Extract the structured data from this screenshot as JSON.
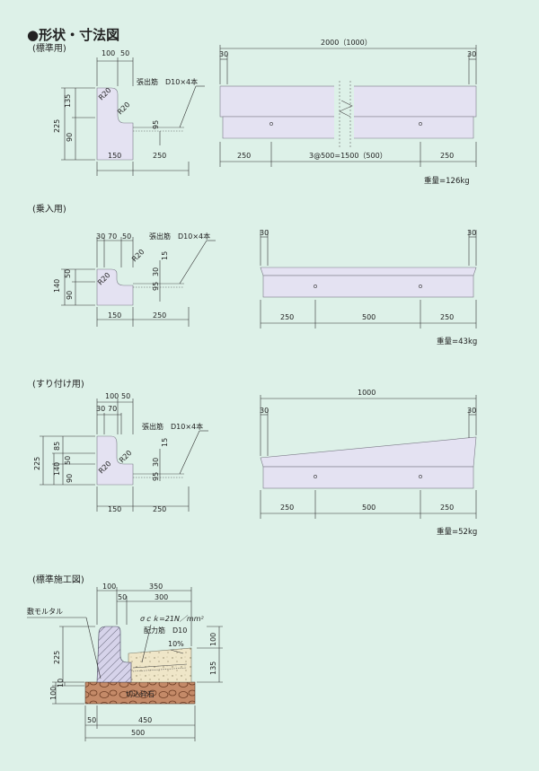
{
  "page_title": "●形状・寸法図",
  "colors": {
    "background": "#ddf1e8",
    "block": "#e4e2f2",
    "outline": "#7a7a86",
    "sand": "#efe6c8",
    "crushed_stone": "#c48a68"
  },
  "sections": {
    "standard": {
      "label": "(標準用)",
      "weight": "重量=126kg",
      "side": {
        "top_a": "100",
        "top_b": "50",
        "h_upper": "135",
        "h_total": "225",
        "h_lower": "90",
        "r1": "R20",
        "r2": "R20",
        "h_small": "95",
        "bottom_a": "150",
        "bottom_b": "250",
        "rebar": "張出筋　D10×4本"
      },
      "front": {
        "length": "2000（1000）",
        "left_margin": "30",
        "right_margin": "30",
        "bottom_left": "250",
        "bottom_mid": "3@500=1500（500）",
        "bottom_right": "250"
      }
    },
    "norinyu": {
      "label": "(乗入用)",
      "weight": "重量=43kg",
      "side": {
        "top_a": "30",
        "top_b": "70",
        "top_c": "50",
        "h_upper": "50",
        "h_total": "140",
        "h_lower": "90",
        "r1": "R20",
        "r2": "R20",
        "h_a": "15",
        "h_b": "30",
        "h_c": "95",
        "bottom_a": "150",
        "bottom_b": "250",
        "rebar": "張出筋　D10×4本"
      },
      "front": {
        "left_margin": "30",
        "right_margin": "30",
        "bottom_left": "250",
        "bottom_mid": "500",
        "bottom_right": "250"
      }
    },
    "suritsuke": {
      "label": "(すり付け用)",
      "weight": "重量=52kg",
      "side": {
        "top_a": "100",
        "top_b": "50",
        "top_c": "30",
        "top_d": "70",
        "h_top": "85",
        "h_mid": "50",
        "h_total": "225",
        "h_140": "140",
        "h_lower": "90",
        "r1": "R20",
        "r2": "R20",
        "h_a": "15",
        "h_b": "30",
        "h_c": "95",
        "bottom_a": "150",
        "bottom_b": "250",
        "rebar": "張出筋　D10×4本"
      },
      "front": {
        "length": "1000",
        "left_margin": "30",
        "right_margin": "30",
        "bottom_left": "250",
        "bottom_mid": "500",
        "bottom_right": "250"
      }
    },
    "construction": {
      "label": "(標準施工図)",
      "mortar": "敷モルタル",
      "top_a": "100",
      "top_b": "350",
      "top_c": "50",
      "top_d": "300",
      "sigma": "σｃｋ=21N／mm²",
      "rebar": "配力筋　D10",
      "slope": "10%",
      "h_total": "225",
      "h_right_a": "100",
      "h_right_b": "135",
      "h_left_a": "100",
      "h_left_b": "10",
      "stone": "切込砕石",
      "bottom_a": "50",
      "bottom_b": "450",
      "bottom_total": "500"
    }
  }
}
